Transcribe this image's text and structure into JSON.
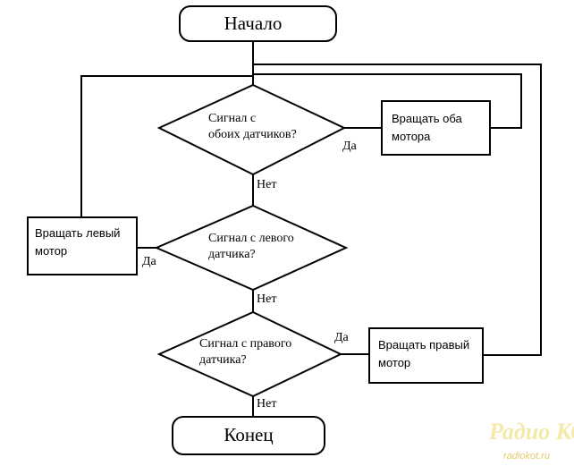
{
  "flowchart": {
    "start": {
      "label": "Начало"
    },
    "end": {
      "label": "Конец"
    },
    "decision_both": {
      "line1": "Сигнал с",
      "line2": "обоих датчиков?"
    },
    "decision_left": {
      "line1": "Сигнал с левого",
      "line2": "датчика?"
    },
    "decision_right": {
      "line1": "Сигнал с правого",
      "line2": "датчика?"
    },
    "action_both": {
      "line1": "Вращать оба",
      "line2": "мотора"
    },
    "action_left": {
      "line1": "Вращать левый",
      "line2": "мотор"
    },
    "action_right": {
      "line1": "Вращать правый",
      "line2": "мотор"
    },
    "labels": {
      "yes_both": "Да",
      "no_both": "Нет",
      "yes_left": "Да",
      "no_left": "Нет",
      "yes_right": "Да",
      "no_right": "Нет"
    }
  },
  "watermark": {
    "brand": "Радио КОТ",
    "site": "radiokot.ru"
  }
}
